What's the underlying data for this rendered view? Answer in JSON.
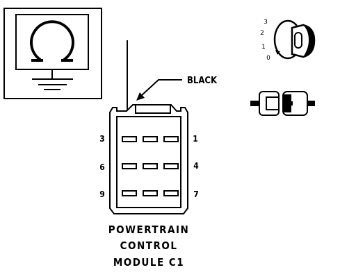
{
  "wire_label": "BLACK",
  "pin_labels": {
    "p3": "3",
    "p1": "1",
    "p6": "6",
    "p4": "4",
    "p9": "9",
    "p7": "7"
  },
  "connector_title": [
    "POWERTRAIN",
    "CONTROL",
    "MODULE C1"
  ],
  "ignition_positions": [
    "3",
    "2",
    "1",
    "0"
  ]
}
